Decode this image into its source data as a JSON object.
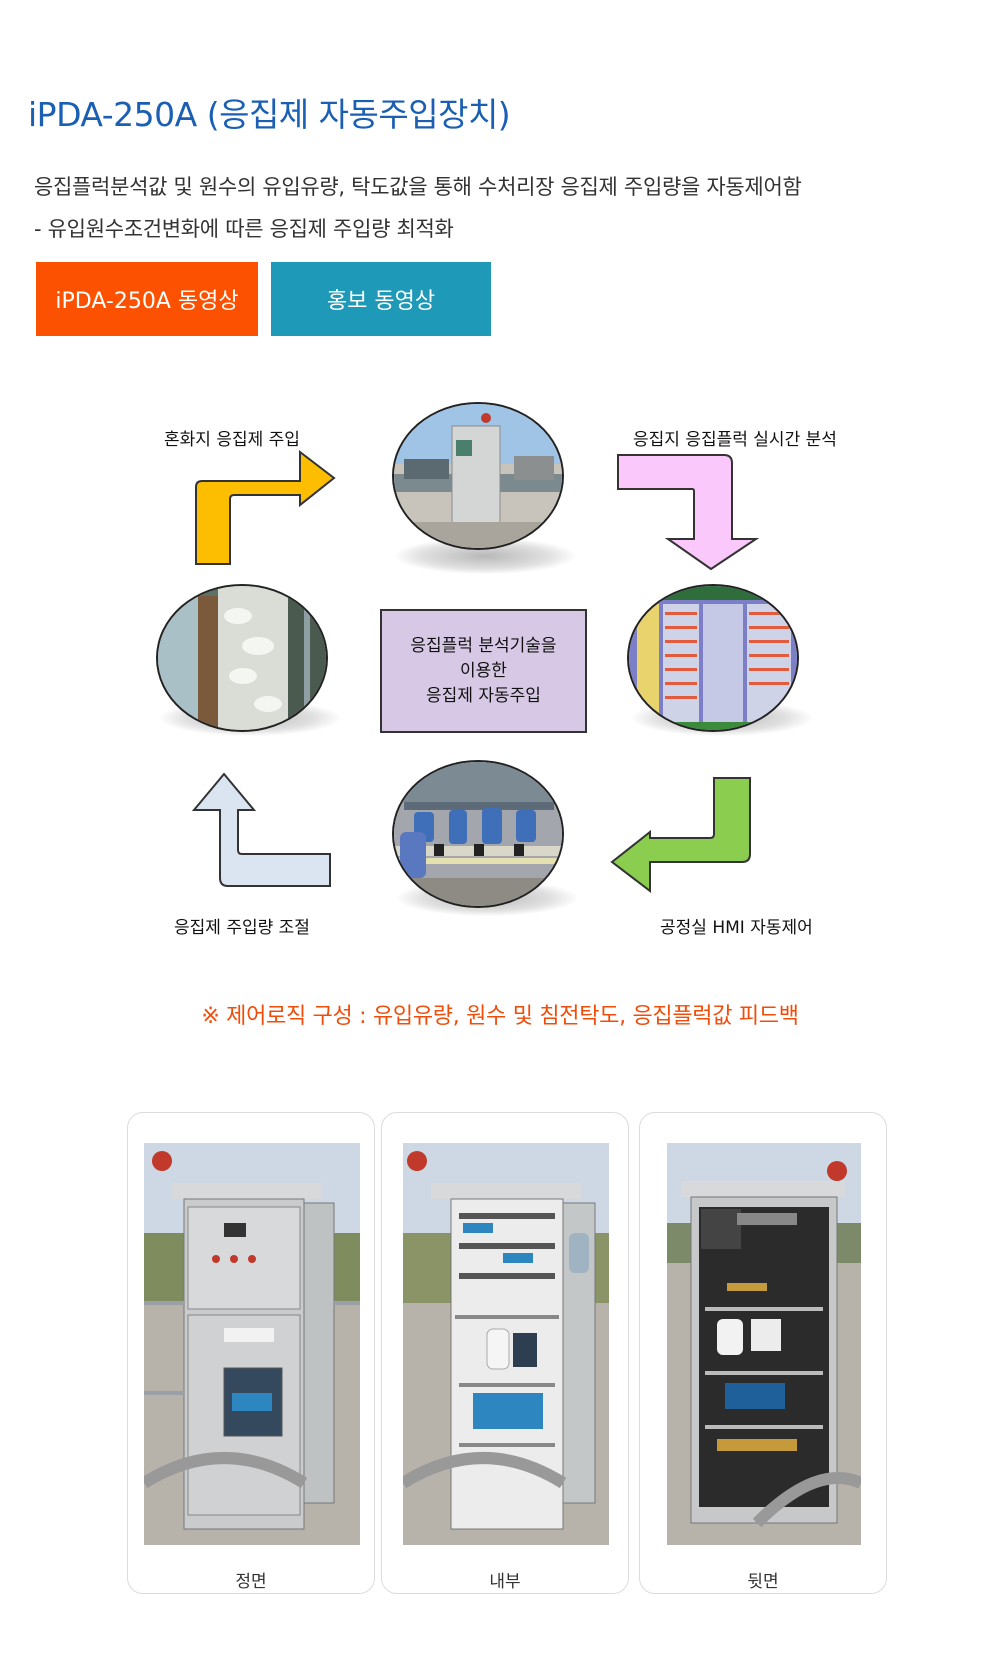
{
  "header": {
    "title": "iPDA-250A (응집제 자동주입장치)",
    "desc_line1": "응집플럭분석값 및 원수의 유입유량, 탁도값을 통해 수처리장 응집제 주입량을 자동제어함",
    "desc_line2": "- 유입원수조건변화에 따른 응집제 주입량 최적화"
  },
  "buttons": {
    "video_label": "iPDA-250A 동영상",
    "promo_label": "홍보 동영상"
  },
  "diagram": {
    "label_top_left": "혼화지 응집제 주입",
    "label_top_right": "응집지 응집플럭 실시간 분석",
    "label_bottom_left": "응집제 주입량 조절",
    "label_bottom_right": "공정실 HMI 자동제어",
    "center_line1": "응집플럭 분석기술을",
    "center_line2": "이용한",
    "center_line3": "응집제 자동주입",
    "colors": {
      "arrow_top_left": "#fdbd00",
      "arrow_top_right": "#fbc8fb",
      "arrow_bottom_right": "#8bcd4f",
      "arrow_bottom_left": "#dbe5f1",
      "center_box": "#d7c9e5"
    }
  },
  "note": "※ 제어로직 구성 : 유입유량, 원수 및 침전탁도, 응집플럭값 피드백",
  "gallery": [
    {
      "caption": "정면"
    },
    {
      "caption": "내부"
    },
    {
      "caption": "뒷면"
    }
  ],
  "theme": {
    "title_color": "#1a5fb4",
    "note_color": "#f04d0a",
    "button_orange": "#fb5100",
    "button_teal": "#1e99b8"
  }
}
